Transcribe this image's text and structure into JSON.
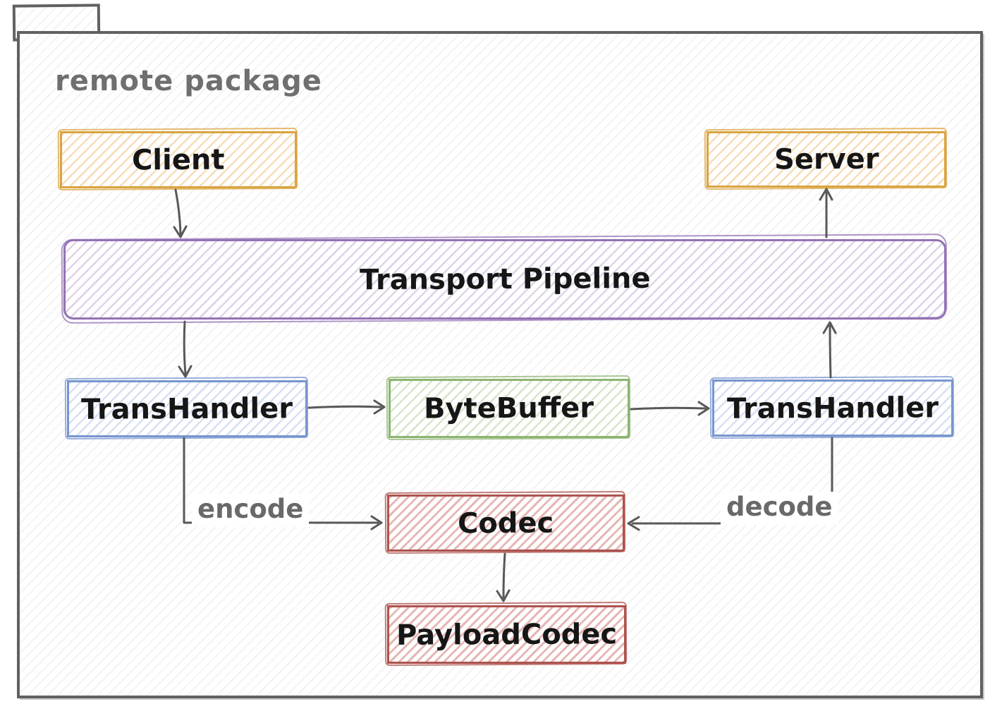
{
  "package": {
    "title": "remote package",
    "shape": "uml-package-folder"
  },
  "nodes": {
    "client": {
      "label": "Client",
      "color": "orange"
    },
    "server": {
      "label": "Server",
      "color": "orange"
    },
    "transport_pipeline": {
      "label": "Transport Pipeline",
      "color": "purple"
    },
    "trans_handler_left": {
      "label": "TransHandler",
      "color": "blue"
    },
    "byte_buffer": {
      "label": "ByteBuffer",
      "color": "green"
    },
    "trans_handler_right": {
      "label": "TransHandler",
      "color": "blue"
    },
    "codec": {
      "label": "Codec",
      "color": "red"
    },
    "payload_codec": {
      "label": "PayloadCodec",
      "color": "red"
    }
  },
  "edges": [
    {
      "from": "Client",
      "to": "Transport Pipeline",
      "label": ""
    },
    {
      "from": "Transport Pipeline",
      "to": "TransHandler (left)",
      "label": ""
    },
    {
      "from": "TransHandler (left)",
      "to": "ByteBuffer",
      "label": ""
    },
    {
      "from": "ByteBuffer",
      "to": "TransHandler (right)",
      "label": ""
    },
    {
      "from": "TransHandler (right)",
      "to": "Transport Pipeline",
      "label": ""
    },
    {
      "from": "Transport Pipeline",
      "to": "Server",
      "label": ""
    },
    {
      "from": "TransHandler (left)",
      "to": "Codec",
      "label": "encode"
    },
    {
      "from": "TransHandler (right)",
      "to": "Codec",
      "label": "decode"
    },
    {
      "from": "Codec",
      "to": "PayloadCodec",
      "label": ""
    }
  ],
  "colors": {
    "accent_orange": "#D9A440",
    "accent_purple": "#9472B4",
    "accent_blue": "#7796CF",
    "accent_green": "#8DB471",
    "accent_red": "#AD534E",
    "stroke_gray": "#616161",
    "label_gray": "#6B6B6B",
    "text_black": "#161616"
  }
}
